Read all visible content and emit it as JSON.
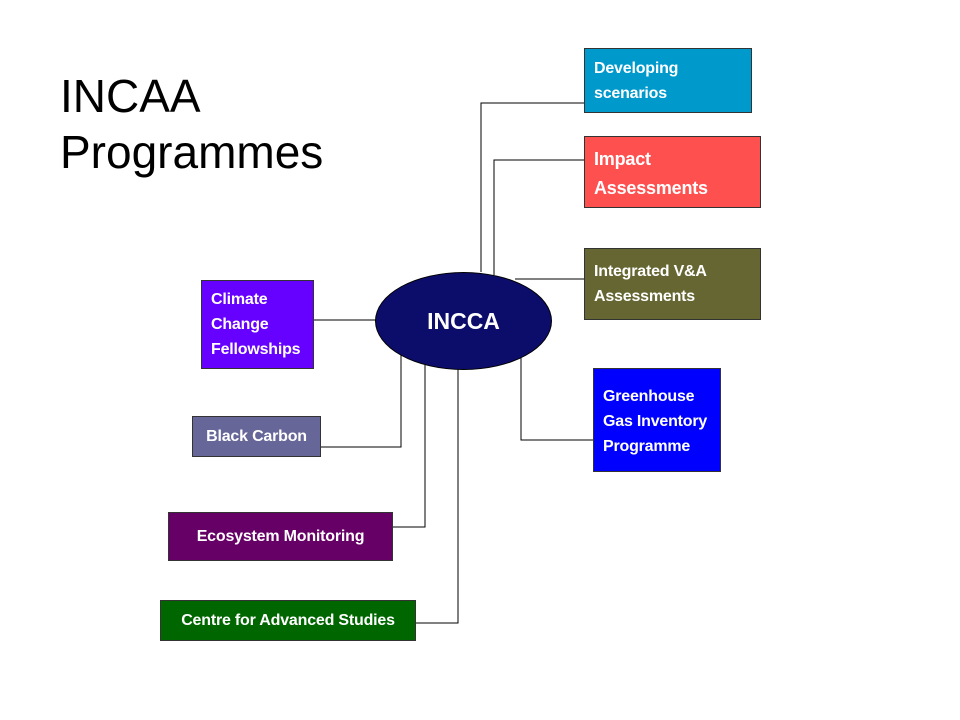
{
  "title": "INCAA\nProgrammes",
  "hub": {
    "label": "INCCA",
    "color": "#0c0c6a"
  },
  "programmes": {
    "developing": {
      "label": "Developing\nscenarios",
      "color": "#0099cc"
    },
    "impact": {
      "label": "Impact\nAssessments",
      "color": "#ff5050"
    },
    "integrated": {
      "label": "Integrated V&A\nAssessments",
      "color": "#666633"
    },
    "greenhouse": {
      "label": "Greenhouse\nGas Inventory\nProgramme",
      "color": "#0000ff"
    },
    "climate": {
      "label": "Climate\nChange\nFellowships",
      "color": "#6600ff"
    },
    "black_carbon": {
      "label": "Black Carbon",
      "color": "#666699"
    },
    "ecosystem": {
      "label": "Ecosystem Monitoring",
      "color": "#660066"
    },
    "centre": {
      "label": "Centre for Advanced Studies",
      "color": "#006600"
    }
  }
}
